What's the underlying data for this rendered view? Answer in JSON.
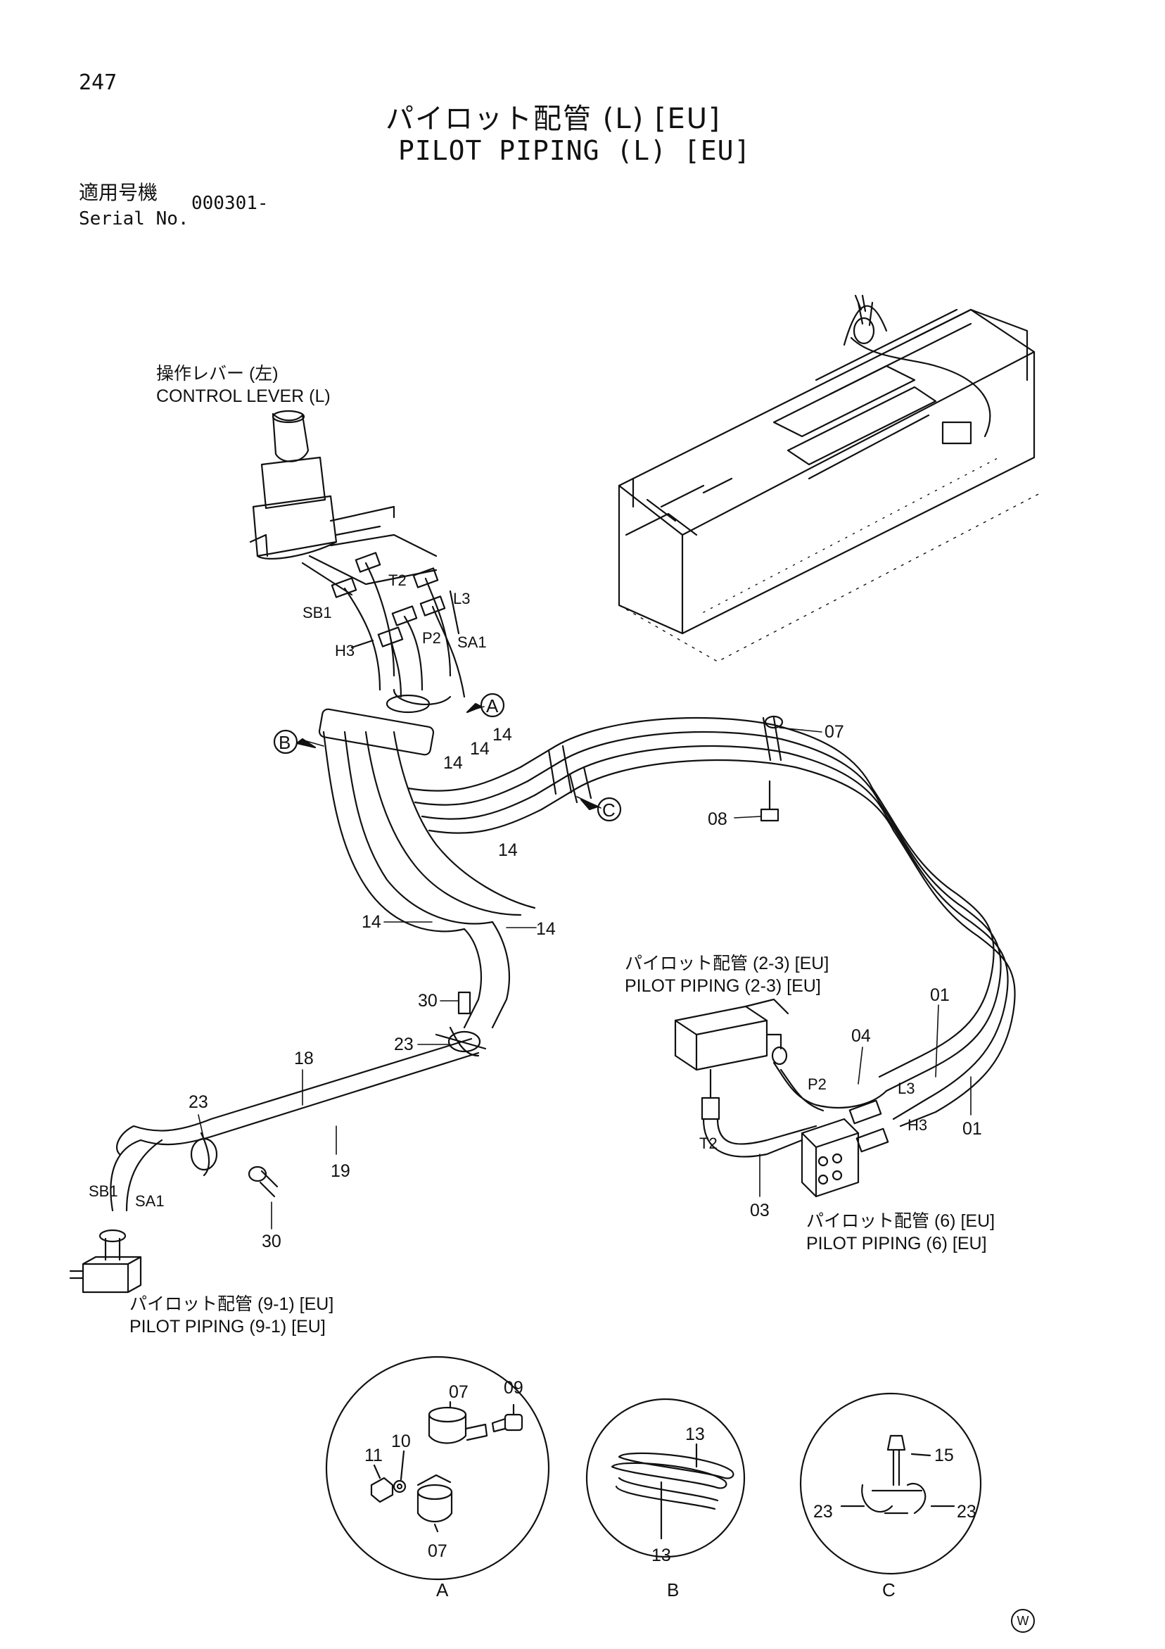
{
  "header": {
    "page_number": "247",
    "title_ja": "パイロット配管 (L) [EU]",
    "title_en": "PILOT PIPING (L) [EU]",
    "serial_label_ja": "適用号機",
    "serial_label_en": "Serial No.",
    "serial_value": "000301-"
  },
  "references": {
    "control_lever_ja": "操作レバー (左)",
    "control_lever_en": "CONTROL LEVER (L)",
    "pp_2_3_ja": "パイロット配管 (2-3) [EU]",
    "pp_2_3_en": "PILOT PIPING (2-3) [EU]",
    "pp_6_ja": "パイロット配管 (6) [EU]",
    "pp_6_en": "PILOT PIPING (6) [EU]",
    "pp_9_1_ja": "パイロット配管 (9-1) [EU]",
    "pp_9_1_en": "PILOT PIPING (9-1) [EU]"
  },
  "port_labels": {
    "t2_top": "T2",
    "l3_top": "L3",
    "sb1_top": "SB1",
    "p2_top": "P2",
    "sa1_top": "SA1",
    "h3_top": "H3",
    "p2_right": "P2",
    "l3_right": "L3",
    "h3_right": "H3",
    "t2_right": "T2",
    "sb1_left": "SB1",
    "sa1_left": "SA1"
  },
  "callouts": {
    "a": "A",
    "b": "B",
    "c": "C",
    "p07": "07",
    "p08": "08",
    "p14a": "14",
    "p14b": "14",
    "p14c": "14",
    "p14d": "14",
    "p14e": "14",
    "p14f": "14",
    "p30a": "30",
    "p23a": "23",
    "p18": "18",
    "p19": "19",
    "p23b": "23",
    "p30b": "30",
    "p01a": "01",
    "p04": "04",
    "p01b": "01",
    "p03": "03"
  },
  "details": {
    "a": {
      "label": "A",
      "p07a": "07",
      "p09": "09",
      "p11": "11",
      "p10": "10",
      "p07b": "07"
    },
    "b": {
      "label": "B",
      "p13a": "13",
      "p13b": "13"
    },
    "c": {
      "label": "C",
      "p15": "15",
      "p23a": "23",
      "p23b": "23"
    }
  },
  "footer": {
    "mark": "W"
  }
}
